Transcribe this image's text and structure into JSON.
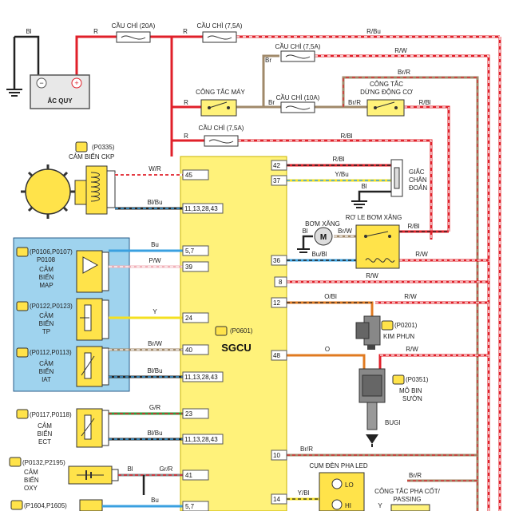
{
  "battery": {
    "label": "ẮC QUY",
    "ground_wire": "Bl",
    "pos_wire": "R"
  },
  "fuses": {
    "f20": "CẦU CHÌ (20A)",
    "f75a": "CẦU CHÌ (7,5A)",
    "f75b": "CẦU CHÌ (7,5A)",
    "f10": "CẦU CHÌ (10A)",
    "f75c": "CẦU CHÌ (7,5A)"
  },
  "switches": {
    "ignition": "CÔNG TẮC MÁY",
    "kill1": "CÔNG TẮC",
    "kill2": "DỪNG ĐỘNG CƠ"
  },
  "wires": {
    "r1": "R",
    "r2": "R",
    "r3": "R",
    "r4": "R",
    "r_bu": "R/Bu",
    "br1": "Br",
    "br2": "Br",
    "r_w": "R/W",
    "br_r": "Br/R",
    "br_r2": "Br/R",
    "r_bl": "R/Bl",
    "r_bl2": "R/Bl",
    "r_bl3": "R/Bl",
    "r_bl4": "R/Bl",
    "w_r": "W/R",
    "bl_bu": "Bl/Bu",
    "bu": "Bu",
    "p_w": "P/W",
    "y": "Y",
    "br_w": "Br/W",
    "bl_bu2": "Bl/Bu",
    "g_r": "G/R",
    "bl_bu3": "Bl/Bu",
    "bl": "Bl",
    "gr_r": "Gr/R",
    "bu2": "Bu",
    "y_bu": "Y/Bu",
    "bl2": "Bl",
    "bl3": "Bl",
    "br_w2": "Br/W",
    "bu_bl": "Bu/Bl",
    "r_w2": "R/W",
    "r_w3": "R/W",
    "o_bl": "O/Bl",
    "r_w4": "R/W",
    "o": "O",
    "r_w5": "R/W",
    "br_r3": "Br/R",
    "br_r4": "Br/R",
    "y_bl": "Y/Bl",
    "y2": "Y"
  },
  "ckp": {
    "code": "(P0335)",
    "label": "CẢM BIẾN CKP"
  },
  "map": {
    "code1": "(P0106,P0107)",
    "code2": "P0108",
    "l1": "CẢM",
    "l2": "BIẾN",
    "l3": "MAP"
  },
  "tp": {
    "code": "(P0122,P0123)",
    "l1": "CẢM",
    "l2": "BIẾN",
    "l3": "TP"
  },
  "iat": {
    "code": "(P0112,P0113)",
    "l1": "CẢM",
    "l2": "BIẾN",
    "l3": "IAT"
  },
  "ect": {
    "code": "(P0117,P0118)",
    "l1": "CẢM",
    "l2": "BIẾN",
    "l3": "ECT"
  },
  "oxy": {
    "code": "(P0132,P2195)",
    "l1": "CẢM",
    "l2": "BIẾN",
    "l3": "OXY"
  },
  "p1604": {
    "code": "(P1604,P1605)"
  },
  "sgcu": {
    "code": "(P0601)",
    "label": "SGCU"
  },
  "left_pins": [
    "45",
    "11,13,28,43",
    "5,7",
    "39",
    "24",
    "40",
    "11,13,28,43",
    "23",
    "11,13,28,43",
    "41",
    "5,7"
  ],
  "right_pins": [
    "42",
    "37",
    "36",
    "8",
    "12",
    "48",
    "10",
    "14"
  ],
  "tilt": {
    "l1": "GIẮC",
    "l2": "CHÂN",
    "l3": "ĐOẢN"
  },
  "pump": {
    "l1": "BƠM XĂNG",
    "l2": "RƠ LE BƠM XĂNG"
  },
  "injector": {
    "code": "(P0201)",
    "label": "KIM PHUN"
  },
  "coil": {
    "code": "(P0351)",
    "l1": "MÔ BIN",
    "l2": "SƯỜN",
    "plug": "BUGI"
  },
  "headlight": {
    "label": "CỤM ĐÈN PHA LED",
    "lo": "LO",
    "hi": "HI"
  },
  "passing": {
    "l1": "CÔNG TẮC PHA CỐT/",
    "l2": "PASSING"
  },
  "colors": {
    "red": "#e0202a",
    "brown": "#a0896a",
    "blue_panel": "#9fd3ee",
    "ecu": "#fff27a",
    "yellow": "#f4e020",
    "pink": "#f0b0b8",
    "green": "#2e9a3c",
    "orange": "#e07a20",
    "light_blue": "#3aa0e0"
  }
}
